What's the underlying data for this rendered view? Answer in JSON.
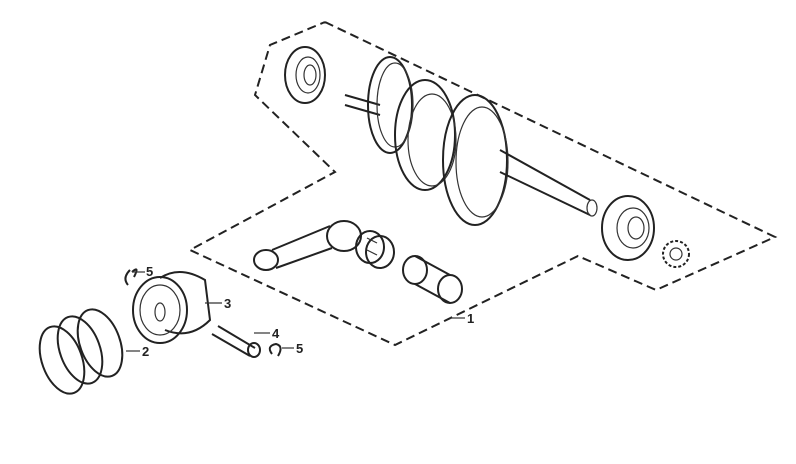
{
  "diagram": {
    "callouts": [
      {
        "id": "1",
        "label": "1"
      },
      {
        "id": "2",
        "label": "2"
      },
      {
        "id": "3",
        "label": "3"
      },
      {
        "id": "4",
        "label": "4"
      },
      {
        "id": "5a",
        "label": "5"
      },
      {
        "id": "5b",
        "label": "5"
      }
    ],
    "line_color": "#222222"
  }
}
